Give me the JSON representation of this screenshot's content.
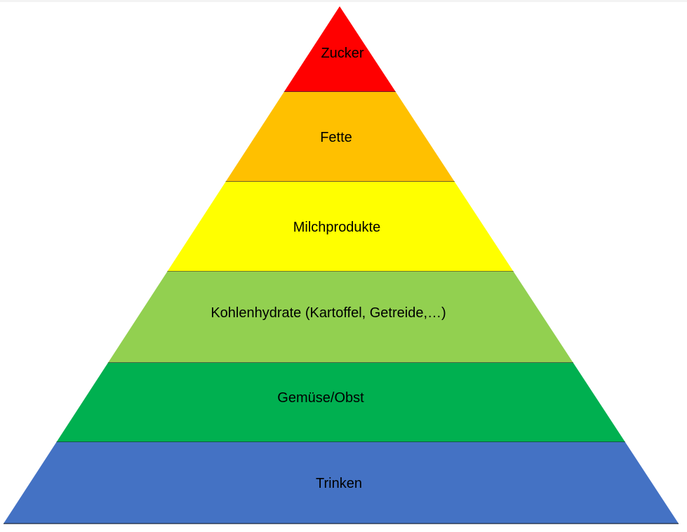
{
  "title": "Ernährungspyramide",
  "layers": [
    {
      "label": "Zucker",
      "color": "#FF0000"
    },
    {
      "label": "Fette",
      "color": "#FFC000"
    },
    {
      "label": "Milchprodukte",
      "color": "#FFFF00"
    },
    {
      "label": "Kohlenhydrate (Kartoffel, Getreide,…)",
      "color": "#92D050"
    },
    {
      "label": "Gemüse/Obst",
      "color": "#00B050"
    },
    {
      "label": "Trinken",
      "color": "#4472C4"
    }
  ],
  "line_color": "#1F2A3C"
}
